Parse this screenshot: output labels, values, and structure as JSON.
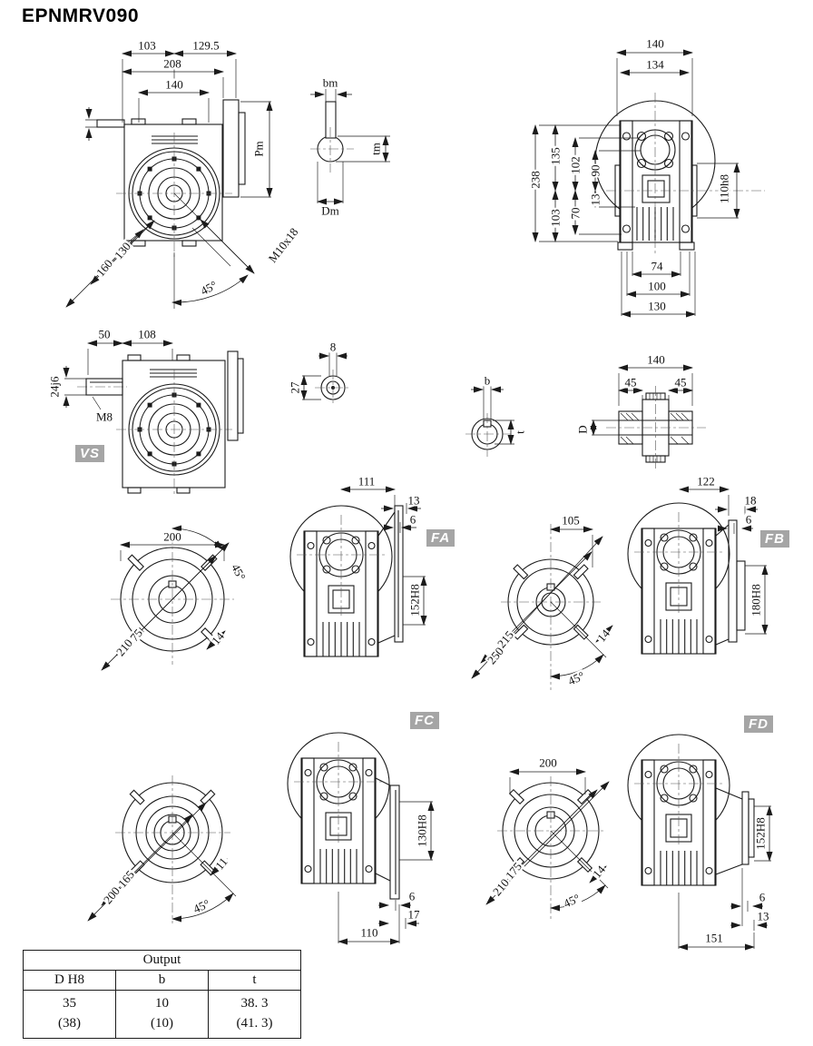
{
  "title": "EPNMRV090",
  "tags": {
    "vs": "VS",
    "fa": "FA",
    "fb": "FB",
    "fc": "FC",
    "fd": "FD"
  },
  "side": {
    "a": "103",
    "b": "129.5",
    "c": "208",
    "d": "140",
    "pm": "Pm",
    "e": "130",
    "f": "160",
    "ang": "45°",
    "tap": "M10x18"
  },
  "keym": {
    "b": "bm",
    "t": "tm",
    "d": "Dm"
  },
  "front": {
    "a": "140",
    "b": "134",
    "h": "238",
    "h1": "135",
    "h2": "102",
    "h3": "90",
    "h4": "103",
    "h5": "70",
    "h6": "13",
    "hub": "110h8",
    "w1": "74",
    "w2": "100",
    "w3": "130"
  },
  "vs": {
    "a": "50",
    "b": "108",
    "shaft": "24j6",
    "tap": "M8"
  },
  "inp": {
    "w": "8",
    "h": "27"
  },
  "bore": {
    "b": "b",
    "t": "t"
  },
  "coup": {
    "w": "140",
    "l": "45",
    "r": "45",
    "d": "D"
  },
  "fl1": {
    "w": "200",
    "bc": "175",
    "od": "210",
    "n": "14",
    "ang": "45°"
  },
  "fa": {
    "a": "111",
    "b": "13",
    "c": "6",
    "bore": "152H8"
  },
  "fl2": {
    "w": "105",
    "bc": "215",
    "od": "250",
    "n": "14",
    "ang": "45°"
  },
  "fb": {
    "a": "122",
    "b": "18",
    "c": "6",
    "bore": "180H8"
  },
  "fl3": {
    "bc": "165",
    "od": "200",
    "n": "11",
    "ang": "45°"
  },
  "fc": {
    "bore": "130H8",
    "b": "6",
    "c": "17",
    "w": "110"
  },
  "fl4": {
    "w": "200",
    "bc": "175",
    "od": "210",
    "n": "14",
    "ang": "45°"
  },
  "fd": {
    "bore": "152H8",
    "b": "6",
    "c": "13",
    "w": "151"
  },
  "table": {
    "header": "Output",
    "cols": [
      "D  H8",
      "b",
      "t"
    ],
    "rows": [
      [
        "35",
        "10",
        "38. 3"
      ],
      [
        "(38)",
        "(10)",
        "(41. 3)"
      ]
    ]
  }
}
